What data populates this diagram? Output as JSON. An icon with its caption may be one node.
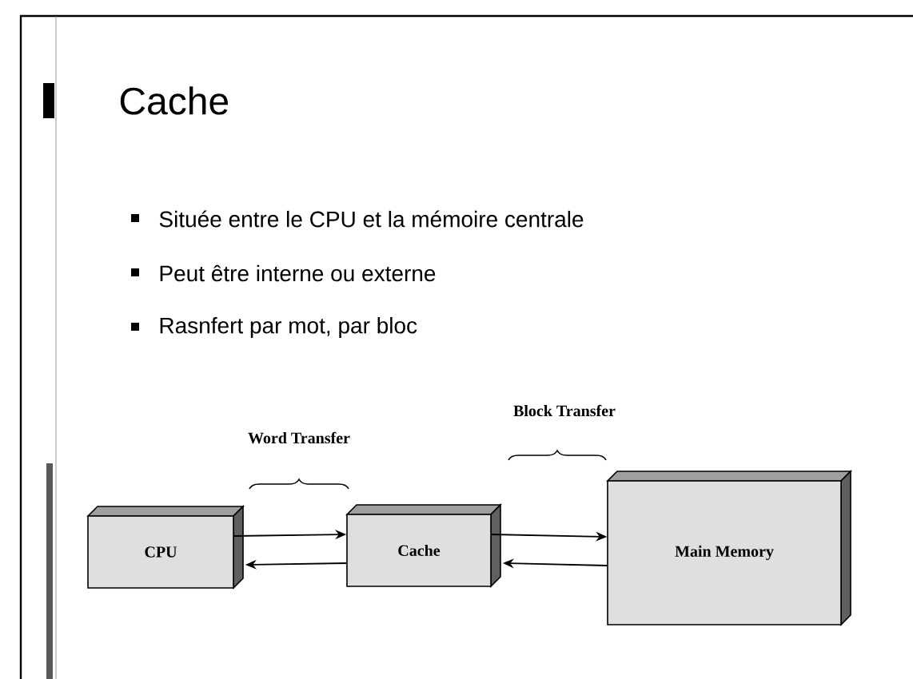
{
  "diagram": {
    "title": "Cache",
    "nodes": [
      {
        "text": [
          "CPU"
        ]
      },
      {
        "text": [
          "Cache"
        ]
      },
      {
        "text": [
          "Main Memory"
        ]
      }
    ],
    "edges": [
      {
        "from": 0,
        "to": 1,
        "arrow": "to"
      },
      {
        "from": 1,
        "to": 0,
        "arrow": "to"
      },
      {
        "from": 1,
        "to": 2,
        "arrow": "to"
      },
      {
        "from": 2,
        "to": 1,
        "arrow": "to"
      }
    ],
    "labels": [
      "Située entre le CPU et la mémoire centrale",
      "Peut être interne ou externe",
      "Rasnfert par mot, par bloc",
      "Word Transfer",
      "Block Transfer"
    ]
  }
}
